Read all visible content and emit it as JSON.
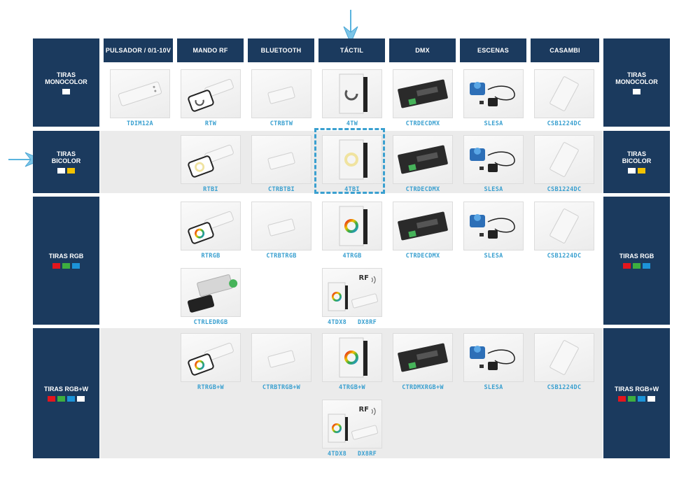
{
  "columns": [
    "PULSADOR / 0/1-10V",
    "MANDO RF",
    "BLUETOOTH",
    "TÁCTIL",
    "DMX",
    "ESCENAS",
    "CASAMBI"
  ],
  "rows": [
    {
      "label_line1": "TIRAS",
      "label_line2": "MONOCOLOR",
      "swatches": [
        "#ffffff"
      ]
    },
    {
      "label_line1": "TIRAS",
      "label_line2": "BICOLOR",
      "swatches": [
        "#ffffff",
        "#f2c200"
      ]
    },
    {
      "label_line1": "TIRAS RGB",
      "label_line2": "",
      "swatches": [
        "#e3161d",
        "#3dae3f",
        "#1c93d8"
      ]
    },
    {
      "label_line1": "TIRAS RGB+W",
      "label_line2": "",
      "swatches": [
        "#e3161d",
        "#3dae3f",
        "#1c93d8",
        "#ffffff"
      ]
    }
  ],
  "products": {
    "r1": {
      "pulsador": "TDIM12A",
      "mando": "RTW",
      "bluetooth": "CTRBTW",
      "tactil": "4TW",
      "dmx": "CTRDECDMX",
      "escenas": "SLESA",
      "casambi": "CSB1224DC"
    },
    "r2": {
      "mando": "RTBI",
      "bluetooth": "CTRBTBI",
      "tactil": "4TBI",
      "dmx": "CTRDECDMX",
      "escenas": "SLESA",
      "casambi": "CSB1224DC"
    },
    "r3": {
      "mando": "RTRGB",
      "bluetooth": "CTRBTRGB",
      "tactil": "4TRGB",
      "dmx": "CTRDECDMX",
      "escenas": "SLESA",
      "casambi": "CSB1224DC",
      "mando_b": "CTRLEDRGB",
      "tactil_b1": "4TDX8",
      "tactil_b2": "DX8RF"
    },
    "r4": {
      "mando": "RTRGB+W",
      "bluetooth": "CTRBTRGB+W",
      "tactil": "4TRGB+W",
      "dmx": "CTRDMXRGB+W",
      "escenas": "SLESA",
      "casambi": "CSB1224DC",
      "tactil_b1": "4TDX8",
      "tactil_b2": "DX8RF"
    }
  },
  "rf_badge": "RF",
  "colors": {
    "navy": "#1b3a5e",
    "accent": "#3aa0d0",
    "band": "#ebebeb"
  },
  "highlight": {
    "column": "TÁCTIL",
    "row": "TIRAS BICOLOR",
    "selected_product": "4TBI"
  }
}
